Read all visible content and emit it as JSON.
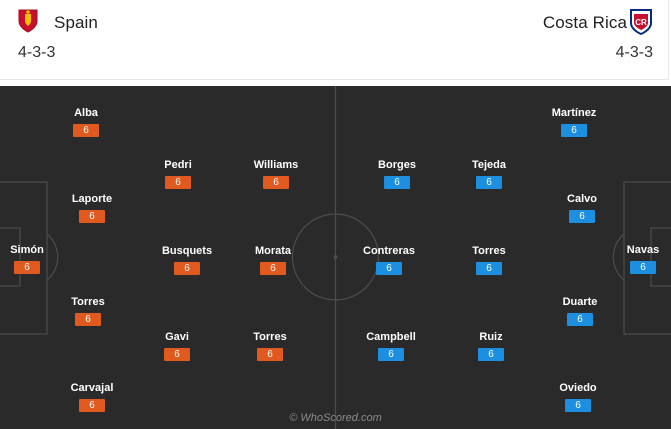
{
  "home": {
    "name": "Spain",
    "formation": "4-3-3",
    "players": [
      {
        "name": "Simón",
        "rating": "6"
      },
      {
        "name": "Alba",
        "rating": "6"
      },
      {
        "name": "Laporte",
        "rating": "6"
      },
      {
        "name": "Torres",
        "rating": "6"
      },
      {
        "name": "Carvajal",
        "rating": "6"
      },
      {
        "name": "Pedri",
        "rating": "6"
      },
      {
        "name": "Busquets",
        "rating": "6"
      },
      {
        "name": "Gavi",
        "rating": "6"
      },
      {
        "name": "Williams",
        "rating": "6"
      },
      {
        "name": "Morata",
        "rating": "6"
      },
      {
        "name": "Torres",
        "rating": "6"
      }
    ]
  },
  "away": {
    "name": "Costa Rica",
    "formation": "4-3-3",
    "players": [
      {
        "name": "Navas",
        "rating": "6"
      },
      {
        "name": "Martínez",
        "rating": "6"
      },
      {
        "name": "Calvo",
        "rating": "6"
      },
      {
        "name": "Duarte",
        "rating": "6"
      },
      {
        "name": "Oviedo",
        "rating": "6"
      },
      {
        "name": "Tejeda",
        "rating": "6"
      },
      {
        "name": "Torres",
        "rating": "6"
      },
      {
        "name": "Ruiz",
        "rating": "6"
      },
      {
        "name": "Borges",
        "rating": "6"
      },
      {
        "name": "Contreras",
        "rating": "6"
      },
      {
        "name": "Campbell",
        "rating": "6"
      }
    ]
  },
  "watermark": "© WhoScored.com",
  "colors": {
    "home_rating": "#e0591f",
    "away_rating": "#1d8fe0",
    "pitch": "#2a2a2a",
    "spain_crest": "#c8102e",
    "costa_rica_crest": "#002b7f"
  },
  "icons": {
    "home_crest": "spain-crest-icon",
    "away_crest": "costa-rica-crest-icon"
  }
}
